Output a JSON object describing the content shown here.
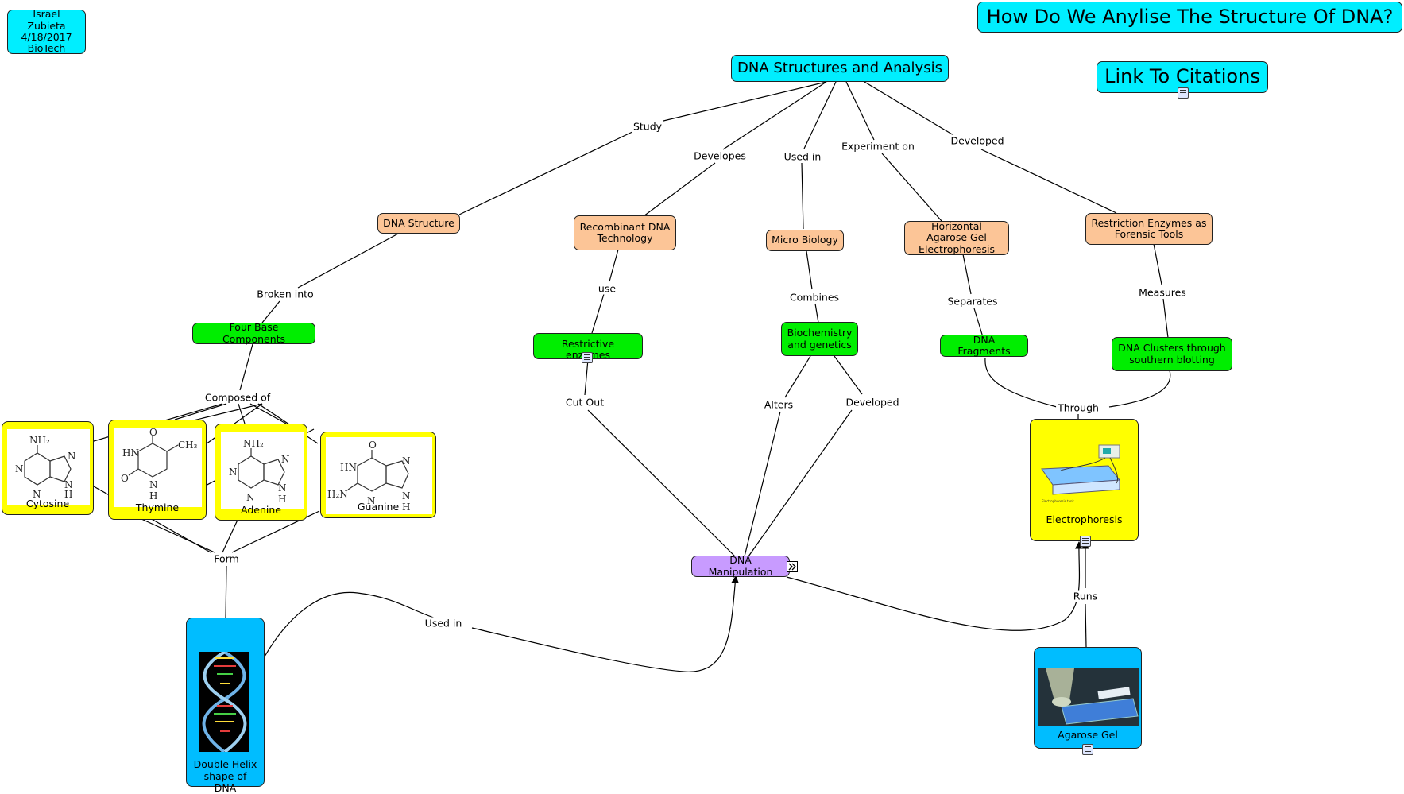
{
  "author_box": {
    "line1": "Israel Zubieta",
    "line2": "4/18/2017",
    "line3": "BioTech"
  },
  "title": "How Do We Anylise The Structure Of DNA?",
  "citations_link": "Link To Citations",
  "root": "DNA Structures and Analysis",
  "nodes": {
    "dna_structure": "DNA Structure",
    "recombinant": "Recombinant DNA Technology",
    "micro_biology": "Micro Biology",
    "horizontal_gel": "Horizontal Agarose Gel Electrophoresis",
    "restriction_forensic": "Restriction Enzymes as Forensic Tools",
    "four_base": "Four Base Components",
    "restrictive_enzymes": "Restrictive enzymes",
    "biochem_genetics": "Biochemistry and genetics",
    "dna_fragments": "DNA Fragments",
    "dna_clusters": "DNA Clusters through southern blotting",
    "dna_manipulation": "DNA Manipulation",
    "electrophoresis": "Electrophoresis",
    "agarose_gel": "Agarose Gel",
    "double_helix": "Double Helix shape of DNA"
  },
  "bases": {
    "cytosine": "Cytosine",
    "thymine": "Thymine",
    "adenine": "Adenine",
    "guanine": "Guanine"
  },
  "links": {
    "study": "Study",
    "developes": "Developes",
    "used_in_1": "Used in",
    "experiment_on": "Experiment on",
    "developed_1": "Developed",
    "broken_into": "Broken into",
    "use": "use",
    "combines": "Combines",
    "separates": "Separates",
    "measures": "Measures",
    "composed_of": "Composed of",
    "cut_out": "Cut Out",
    "alters": "Alters",
    "developed_2": "Developed",
    "through": "Through",
    "form": "Form",
    "used_in_2": "Used in",
    "runs": "Runs"
  },
  "colors": {
    "cyan": "#00eeff",
    "peach": "#fcc597",
    "green": "#00ee00",
    "purple": "#c89bff",
    "yellow": "#ffff00",
    "sky_blue": "#00bdff"
  },
  "icons": [
    "document-icon",
    "expand-icon",
    "dna-helix-image",
    "electrophoresis-apparatus-image",
    "agarose-gel-image"
  ]
}
